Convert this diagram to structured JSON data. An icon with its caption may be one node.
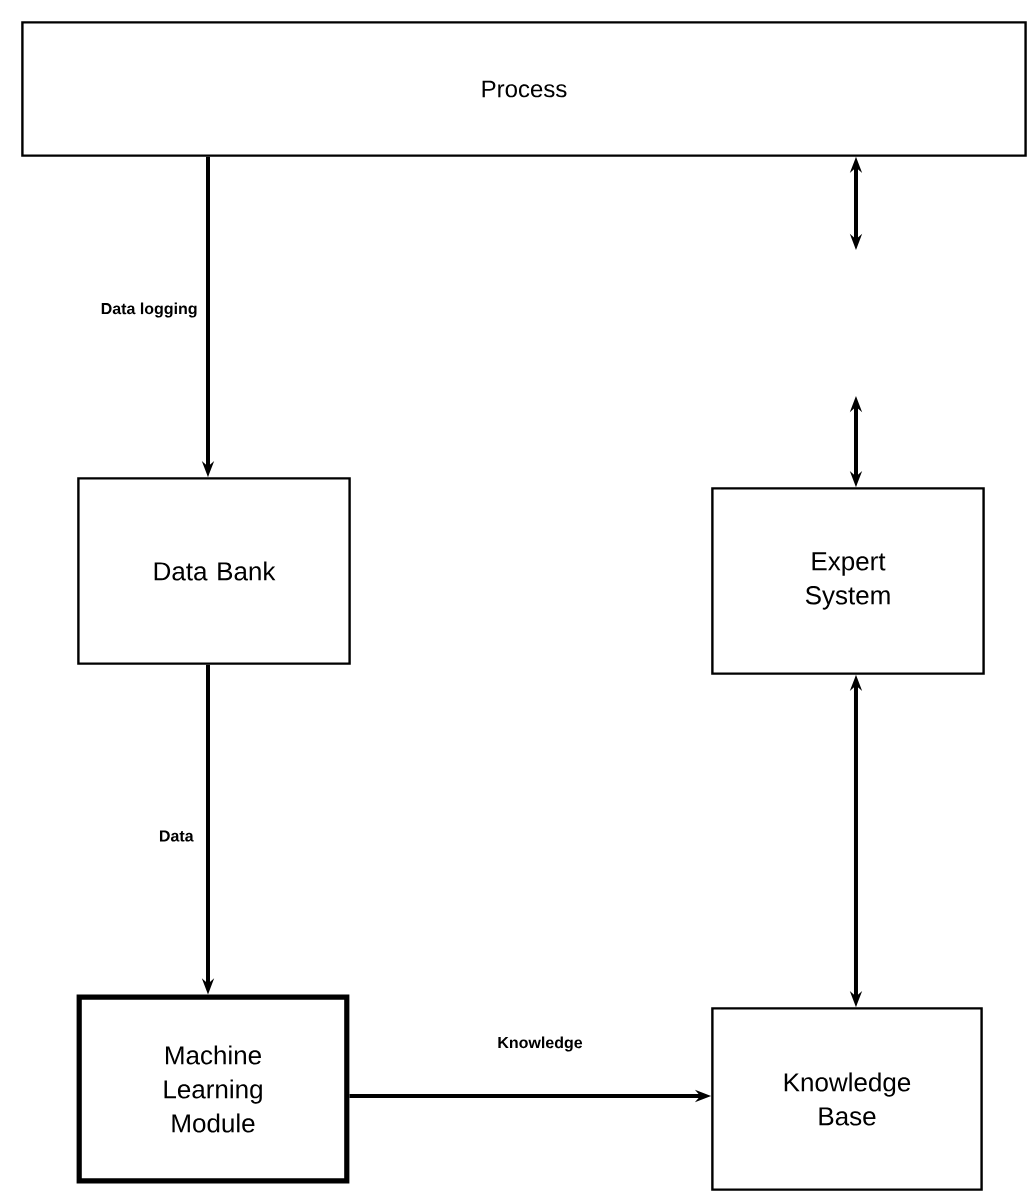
{
  "diagram": {
    "nodes": [
      {
        "text": [
          "Process"
        ]
      },
      {
        "text": [
          "Data Bank"
        ]
      },
      {
        "text": [
          "Expert System"
        ]
      },
      {
        "text": [
          "Machine Learning Module"
        ]
      },
      {
        "text": [
          "Knowledge Base"
        ]
      }
    ],
    "edges": [
      {
        "from": 0,
        "to": 1,
        "arrow": "to",
        "label": "Data logging"
      },
      {
        "from": 1,
        "to": 3,
        "arrow": "to",
        "label": "Data"
      },
      {
        "from": 3,
        "to": 4,
        "arrow": "to",
        "label": "Knowledge"
      },
      {
        "from": 0,
        "to": null,
        "arrow": "both"
      },
      {
        "from": null,
        "to": 2,
        "arrow": "both"
      },
      {
        "from": 2,
        "to": 4,
        "arrow": "both"
      }
    ]
  }
}
